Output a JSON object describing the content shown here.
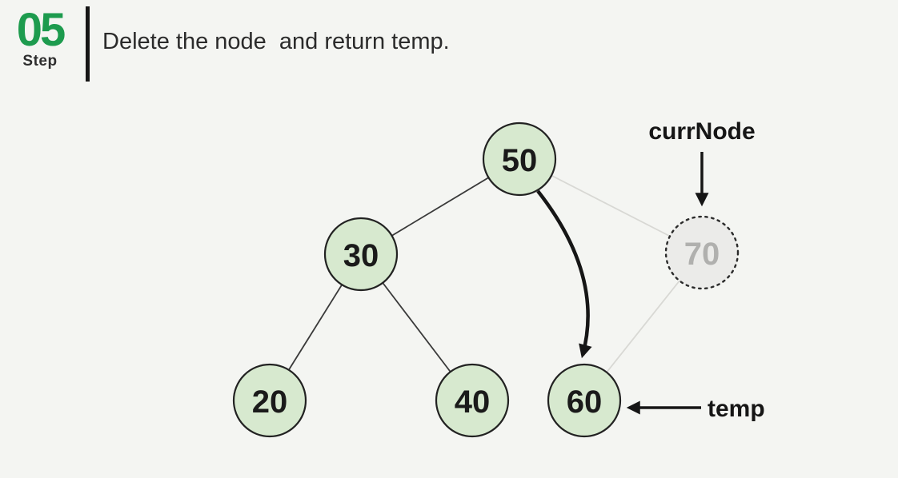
{
  "header": {
    "step_number": "05",
    "step_label": "Step",
    "title": "Delete the node  and return temp."
  },
  "diagram": {
    "nodes": [
      {
        "value": "50",
        "state": "normal",
        "role": "root"
      },
      {
        "value": "30",
        "state": "normal",
        "role": "left-child"
      },
      {
        "value": "70",
        "state": "deleted",
        "role": "right-child"
      },
      {
        "value": "20",
        "state": "normal",
        "role": "leaf"
      },
      {
        "value": "40",
        "state": "normal",
        "role": "leaf"
      },
      {
        "value": "60",
        "state": "normal",
        "role": "leaf"
      }
    ],
    "edges_solid": [
      "50-30",
      "30-20",
      "30-40"
    ],
    "edges_faded": [
      "50-70",
      "70-60"
    ],
    "pointer_labels": {
      "curr_node": "currNode",
      "temp": "temp"
    }
  },
  "colors": {
    "accent_green": "#1d9b4e",
    "node_fill": "#d7e9cf",
    "node_border": "#222222",
    "deleted_node_fill": "#ebebe9",
    "deleted_node_text": "#b0b0ae",
    "edge_color": "#3a3a3a",
    "faded_edge_color": "#d8d8d4",
    "ink": "#161616",
    "bg": "#f4f5f2"
  }
}
